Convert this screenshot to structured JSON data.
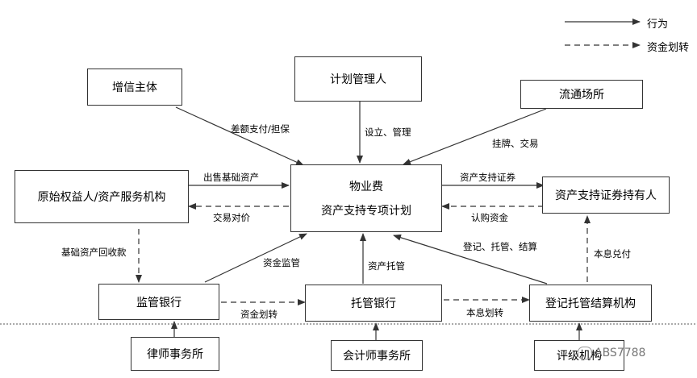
{
  "legend": {
    "action": "行为",
    "fund_transfer": "资金划转"
  },
  "boxes": {
    "credit_enhancer": "增信主体",
    "plan_manager": "计划管理人",
    "exchange_venue": "流通场所",
    "originator": "原始权益人/资产服务机构",
    "spv_line1": "物业费",
    "spv_line2": "资产支持专项计划",
    "investors": "资产支持证券持有人",
    "supervisory_bank": "监管银行",
    "custodian_bank": "托管银行",
    "registrar": "登记托管结算机构",
    "law_firm": "律师事务所",
    "accounting_firm": "会计师事务所",
    "rating_agency": "评级机构"
  },
  "labels": {
    "shortfall_payment": "差额支付/担保",
    "setup_manage": "设立、管理",
    "listing_trading": "挂牌、交易",
    "sell_assets": "出售基础资产",
    "consideration": "交易对价",
    "abs": "资产支持证券",
    "subscription": "认购资金",
    "collections": "基础资产回收款",
    "fund_supervision": "资金监管",
    "asset_custody": "资产托管",
    "registration": "登记、托管、结算",
    "principal_interest_pay": "本息兑付",
    "fund_transfer": "资金划转",
    "principal_interest_transfer": "本息划转"
  },
  "watermark": "ABS7788"
}
